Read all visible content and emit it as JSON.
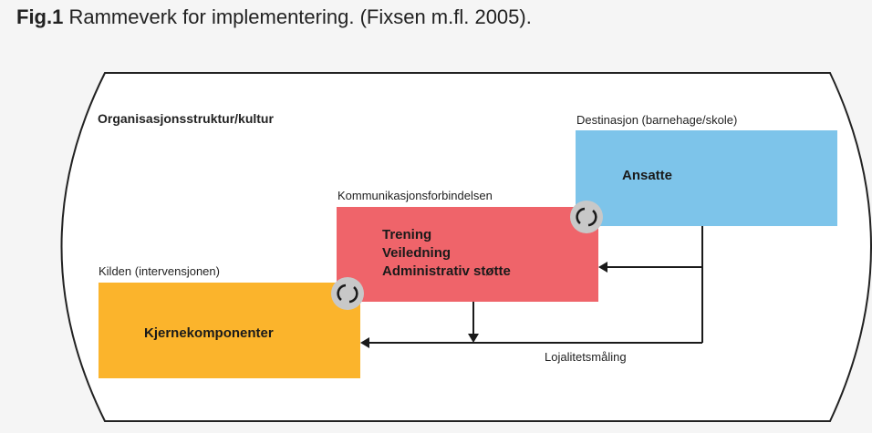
{
  "figure": {
    "number": "Fig.1",
    "caption": "Rammeverk for implementering. (Fixsen m.fl. 2005)."
  },
  "container": {
    "label": "Organisasjonsstruktur/kultur"
  },
  "nodes": {
    "destination": {
      "caption": "Destinasjon (barnehage/skole)",
      "text": "Ansatte",
      "color": "#7dc4ea"
    },
    "communication": {
      "caption": "Kommunikasjonsforbindelsen",
      "lines": [
        "Trening",
        "Veiledning",
        "Administrativ støtte"
      ],
      "color": "#ef646a"
    },
    "source": {
      "caption": "Kilden (intervensjonen)",
      "text": "Kjernekomponenter",
      "color": "#fbb42c"
    }
  },
  "feedback": {
    "label": "Lojalitetsmåling"
  },
  "icons": {
    "connector_1": "cycle-icon",
    "connector_2": "cycle-icon"
  }
}
